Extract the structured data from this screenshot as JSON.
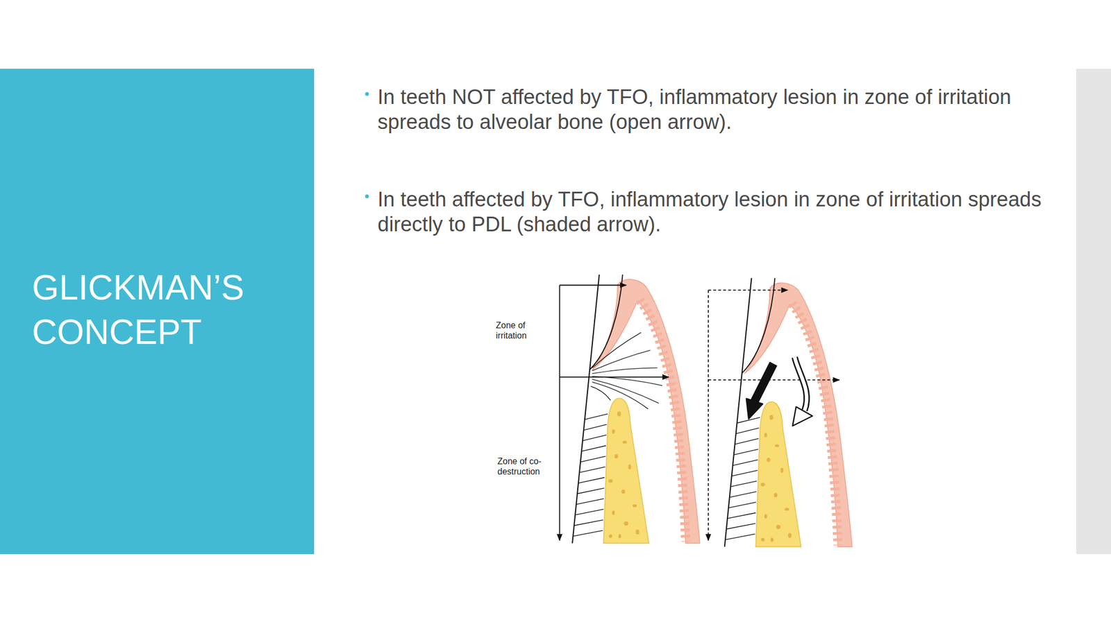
{
  "diagram": {
    "title": "GLICKMAN’S CONCEPT",
    "labels": [
      "In teeth NOT affected by TFO, inflammatory lesion in zone of irritation spreads to alveolar bone (open arrow).",
      "In teeth affected by TFO, inflammatory lesion in zone of irritation spreads directly to PDL (shaded arrow).",
      "Zone of irritation",
      "Zone of co-destruction"
    ]
  }
}
